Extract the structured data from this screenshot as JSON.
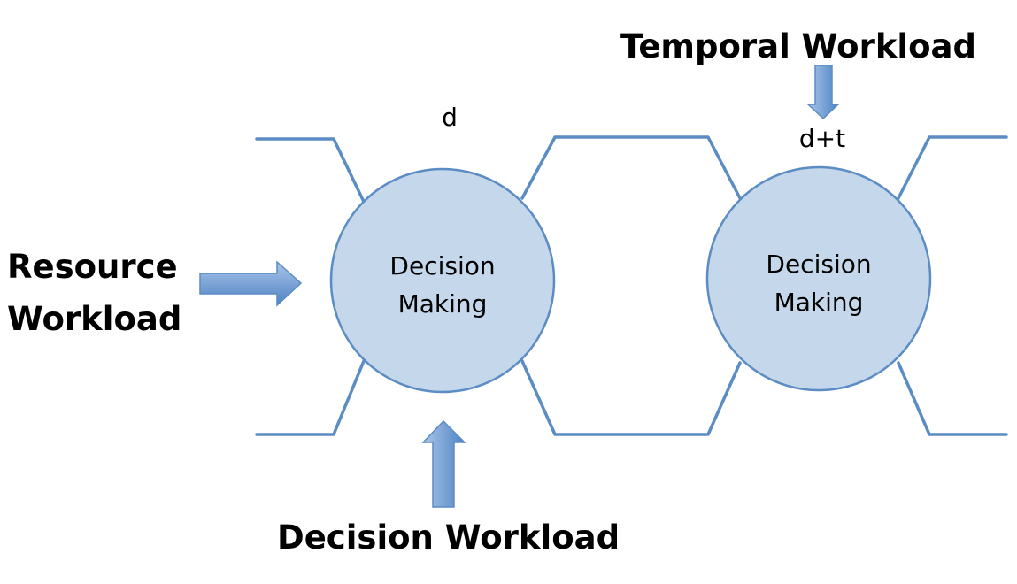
{
  "labels": {
    "resource_line1": "Resource",
    "resource_line2": "Workload",
    "decision_workload": "Decision Workload",
    "temporal_workload": "Temporal Workload",
    "marker_d": "d",
    "marker_dt": "d+t"
  },
  "nodes": [
    {
      "line1": "Decision",
      "line2": "Making"
    },
    {
      "line1": "Decision",
      "line2": "Making"
    }
  ],
  "colors": {
    "node_fill": "#c5d7ea",
    "line_stroke": "#5b8cc3",
    "arrow_light": "#a9c6e8",
    "arrow_dark": "#4f83c4"
  }
}
